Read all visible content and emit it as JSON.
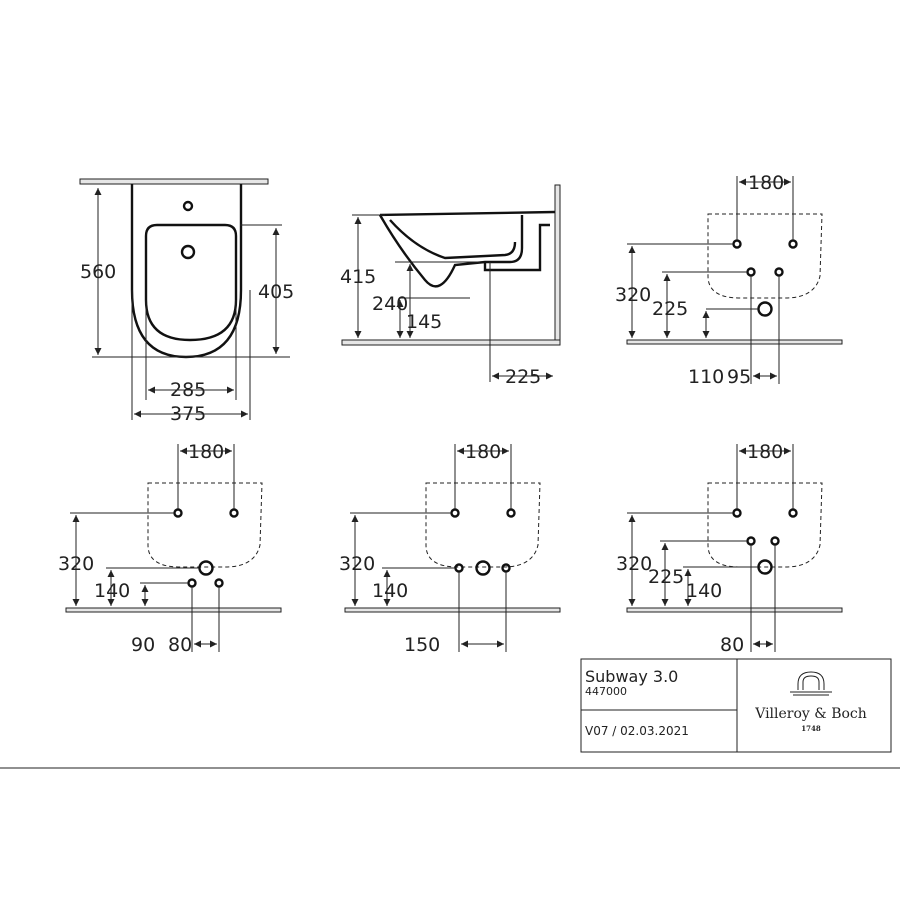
{
  "views": {
    "top": {
      "dim_length": "560",
      "dim_bowl_length": "405",
      "dim_bowl_width": "285",
      "dim_width": "375"
    },
    "side": {
      "dim_height": "415",
      "dim_outlet_height": "240",
      "dim_supply_height": "145",
      "dim_projection": "225"
    },
    "rear_1": {
      "dim_fixing_spacing": "180",
      "dim_fixing_height": "320",
      "dim_supply_height": "225",
      "dim_supply_offset": "110",
      "dim_outlet_offset": "95"
    },
    "rear_2": {
      "dim_fixing_spacing": "180",
      "dim_fixing_height": "320",
      "dim_supply_height": "140",
      "dim_waste_height": "90",
      "dim_waste_offset": "80"
    },
    "rear_3": {
      "dim_fixing_spacing": "180",
      "dim_fixing_height": "320",
      "dim_supply_height": "140",
      "dim_supply_spacing": "150"
    },
    "rear_4": {
      "dim_fixing_spacing": "180",
      "dim_fixing_height": "320",
      "dim_supply_height": "225",
      "dim_outlet_height": "140",
      "dim_outlet_offset": "80"
    }
  },
  "title_block": {
    "product_name": "Subway 3.0",
    "article_number": "447000",
    "version": "V07 / 02.03.2021",
    "brand": "Villeroy & Boch",
    "brand_year": "1748"
  }
}
